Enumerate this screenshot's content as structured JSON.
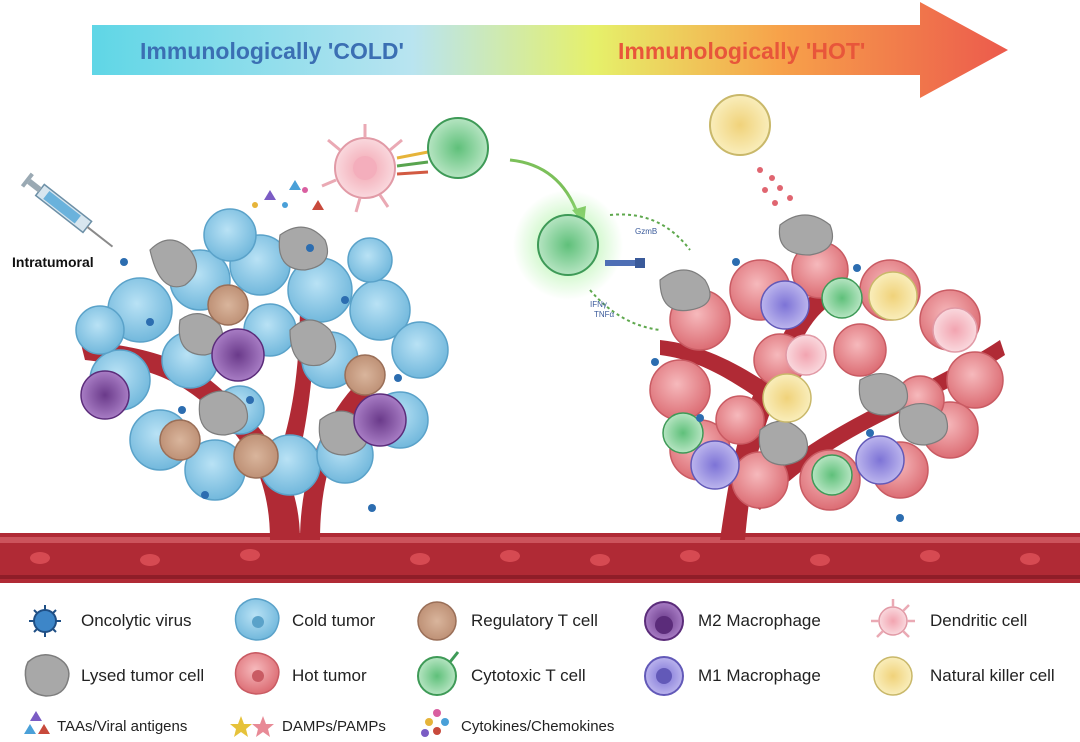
{
  "header": {
    "cold_label": "Immunologically 'COLD'",
    "hot_label": "Immunologically 'HOT'",
    "cold_color": "#3b6fb3",
    "hot_color": "#e8563a"
  },
  "injection_label": "Intratumoral",
  "secreted": {
    "granzyme": "GzmB",
    "ifn": "IFNγ",
    "tnf": "TNFα"
  },
  "legend": {
    "oncolytic_virus": "Oncolytic virus",
    "cold_tumor": "Cold tumor",
    "regulatory_t": "Regulatory T cell",
    "m2_macrophage": "M2 Macrophage",
    "dendritic": "Dendritic cell",
    "lysed_tumor": "Lysed tumor cell",
    "hot_tumor": "Hot tumor",
    "cytotoxic_t": "Cytotoxic T cell",
    "m1_macrophage": "M1 Macrophage",
    "nk_cell": "Natural killer cell",
    "antigens": "TAAs/Viral antigens",
    "damps": "DAMPs/PAMPs",
    "cytokines": "Cytokines/Chemokines"
  },
  "colors": {
    "cold_tumor": "#8ccbe8",
    "hot_tumor": "#e88a8f",
    "treg": "#c9a088",
    "m2": "#8e5aa8",
    "m1": "#a9a0e6",
    "cytotoxic_t": "#7fcf90",
    "nk": "#f3e6a0",
    "dendritic": "#f6c9d0",
    "lysed": "#a9a9a9",
    "vessel": "#b8323c",
    "virus": "#2c6db0"
  }
}
